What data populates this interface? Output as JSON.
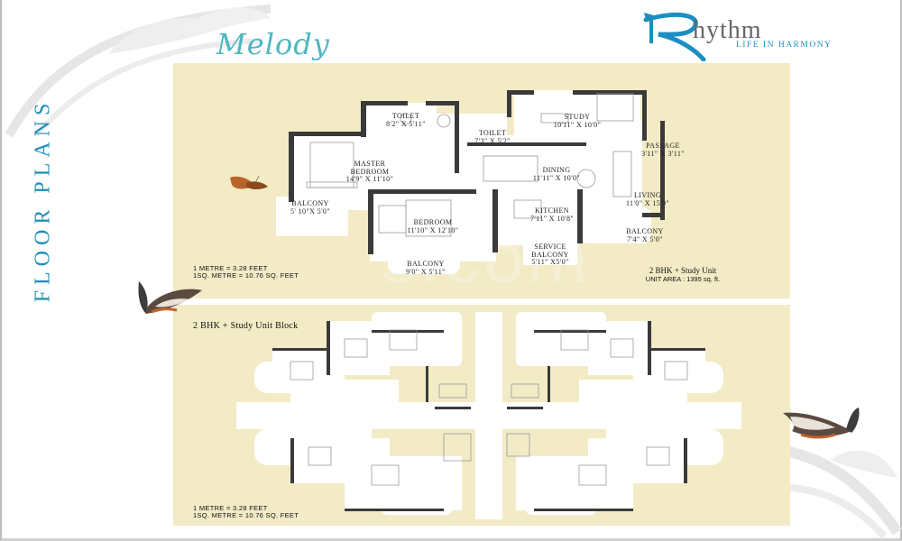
{
  "page": {
    "section_title": "FLOOR PLANS",
    "project_name": "Melody"
  },
  "logo": {
    "brand_word": "hythm",
    "brand_full": "Rhythm",
    "tagline": "LIFE IN HARMONY",
    "accent_color": "#1b8fc3"
  },
  "unit_plan": {
    "rooms": [
      {
        "name": "TOILET",
        "size": "8'2\" X 5'11\""
      },
      {
        "name": "TOILET",
        "size": "7'3\" X 5'2\""
      },
      {
        "name": "STUDY",
        "size": "10'11\" X 10'0\""
      },
      {
        "name": "PASSAGE",
        "size": "3'11\" X 3'11\""
      },
      {
        "name": "MASTER BEDROOM",
        "size": "14'9\" X 11'10\""
      },
      {
        "name": "DINING",
        "size": "11'11\" X 10'0\""
      },
      {
        "name": "LIVING",
        "size": "11'0\" X 15'9\""
      },
      {
        "name": "BALCONY",
        "size": "5' 10\"X 5'0\""
      },
      {
        "name": "BEDROOM",
        "size": "11'10\" X 12'10\""
      },
      {
        "name": "KITCHEN",
        "size": "7'11\" X 10'8\""
      },
      {
        "name": "BALCONY",
        "size": "7'4\" X 5'0\""
      },
      {
        "name": "SERVICE BALCONY",
        "size": "5'11\" X5'0\""
      },
      {
        "name": "BALCONY",
        "size": "9'0\" X 5'11\""
      }
    ],
    "conversion_note": {
      "line1": "1 METRE = 3.28 FEET",
      "line2": "1SQ. METRE = 10.76 SQ. FEET"
    },
    "unit_type": "2 BHK + Study Unit",
    "unit_area": "UNIT AREA : 1395 sq. ft."
  },
  "block_plan": {
    "title": "2 BHK + Study Unit Block",
    "conversion_note": {
      "line1": "1 METRE = 3.28 FEET",
      "line2": "1SQ. METRE = 10.76 SQ. FEET"
    }
  },
  "colors": {
    "panel_bg": "#f2ebc6",
    "title_blue": "#1e8fb5",
    "melody_teal": "#4fb6c0",
    "wall": "#3a3a3a"
  }
}
